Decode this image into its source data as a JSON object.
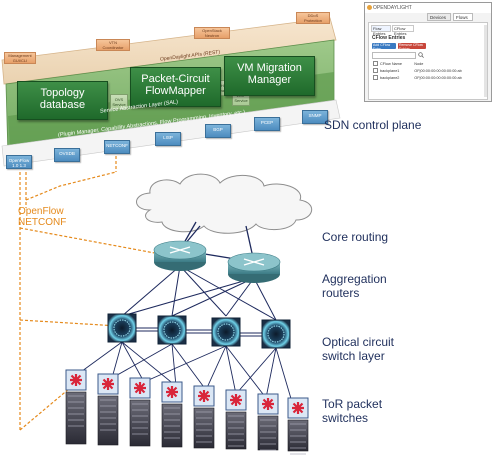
{
  "labels": {
    "control_plane": "SDN control plane",
    "core": "Core routing",
    "aggregation": [
      "Aggregation",
      "routers"
    ],
    "optical": [
      "Optical circuit",
      "switch layer"
    ],
    "tor": [
      "ToR packet",
      "switches"
    ],
    "protocols": [
      "OpenFlow",
      "NETCONF"
    ]
  },
  "controller": {
    "modules": [
      {
        "lines": [
          "Topology",
          "database"
        ]
      },
      {
        "lines": [
          "Packet-Circuit",
          "FlowMapper"
        ]
      },
      {
        "lines": [
          "VM Migration",
          "Manager"
        ]
      }
    ],
    "top_tiles": [
      "Management GUI/CLI",
      "VTN Coordinator",
      "OpenStack Neutron",
      "DDoS Protection"
    ],
    "api_bar": "OpenDaylight APIs (REST)",
    "services": [
      "OVS Service",
      "Host Tracker",
      "LISP Service"
    ],
    "sal_title": "Service Abstraction Layer (SAL)",
    "sal_subtitle": "(Plugin Manager, Capability Abstractions, Flow Programming, Inventory, etc.)",
    "southbound": [
      "OpenFlow 1.0 1.3",
      "OVSDB",
      "NETCONF",
      "LISP",
      "BGP",
      "PCEP",
      "SNMP"
    ]
  },
  "inset": {
    "logo": "OPENDAYLIGHT",
    "tabs": [
      "Devices",
      "Flows"
    ],
    "subtabs": [
      "Flow Entries",
      "CFlow Entries"
    ],
    "section": "CFlow Entries",
    "buttons": [
      "Add CFlow Entry",
      "Remove CFlow Entries"
    ],
    "table_headers": [
      "CFlow Name",
      "Node"
    ],
    "rows": [
      {
        "name": "backplane1",
        "node": "OF|00:00:00:00:00:00:00:ab"
      },
      {
        "name": "backplane2",
        "node": "OF|00:00:00:00:00:00:00:ab"
      }
    ]
  },
  "colors": {
    "label_text": "#1f2f5c",
    "protocol_text": "#e58a1c",
    "controller_green": "#2f7d3a",
    "southbound_blue": "#5b9bd5",
    "router_teal": "#4a8f97",
    "link_navy": "#1e2a5e",
    "ocs_dark": "#1b2f46",
    "tor_red": "#d9253a"
  },
  "icons": [
    "cloud-icon",
    "router-icon",
    "optical-switch-icon",
    "tor-switch-icon",
    "server-rack-icon",
    "search-icon"
  ]
}
